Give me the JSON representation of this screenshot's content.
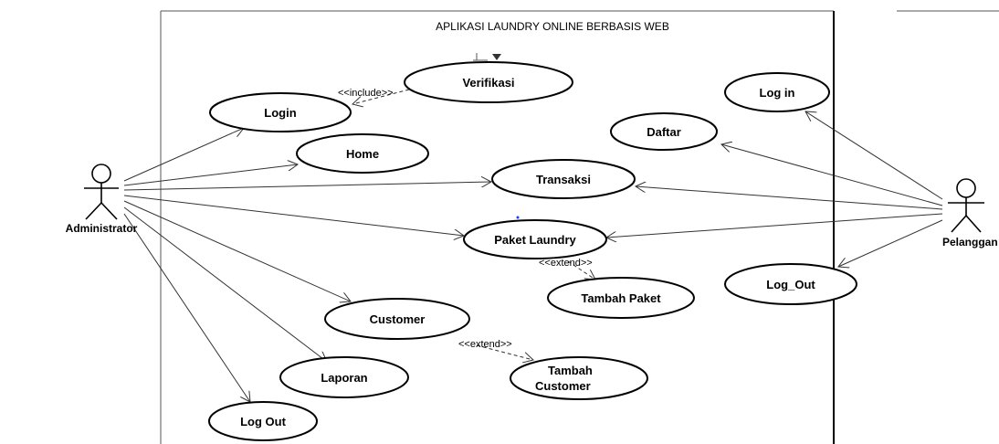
{
  "system": {
    "title": "APLIKASI LAUNDRY ONLINE BERBASIS WEB"
  },
  "actors": {
    "admin": "Administrator",
    "customer": "Pelanggan"
  },
  "use_cases": {
    "verifikasi": "Verifikasi",
    "login": "Login",
    "home": "Home",
    "transaksi": "Transaksi",
    "paket_laundry": "Paket Laundry",
    "tambah_paket": "Tambah Paket",
    "customer": "Customer",
    "laporan": "Laporan",
    "tambah_customer_1": "Tambah",
    "tambah_customer_2": "Customer",
    "log_out_admin": "Log Out",
    "login_pelanggan": "Log in",
    "daftar": "Daftar",
    "log_out_pelanggan": "Log_Out"
  },
  "relations": {
    "include": "<<include>>",
    "extend_paket": "<<extend>>",
    "extend_customer": "<<extend>>"
  }
}
